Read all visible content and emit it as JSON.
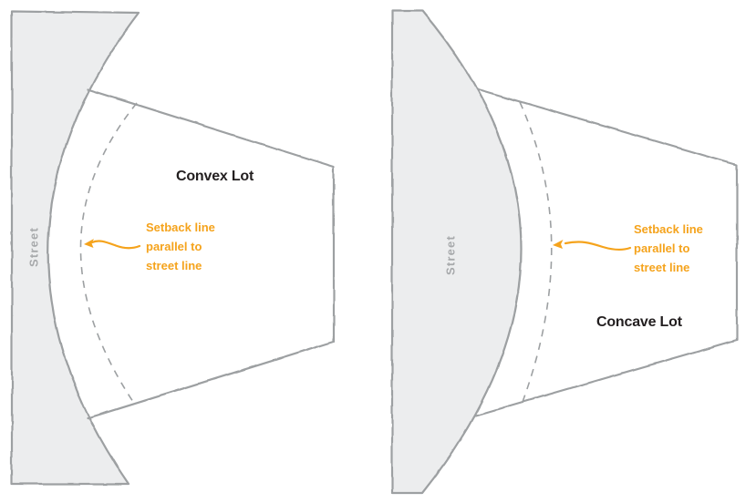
{
  "figure": {
    "panels": [
      {
        "id": "convex",
        "title": "Convex Lot",
        "street_label": "Street",
        "note": [
          "Setback line",
          "parallel to",
          "street line"
        ]
      },
      {
        "id": "concave",
        "title": "Concave Lot",
        "street_label": "Street",
        "note": [
          "Setback line",
          "parallel to",
          "street line"
        ]
      }
    ],
    "colors": {
      "accent": "#F5A31C",
      "line": "#9DA0A2",
      "street_fill": "#ECEDEE",
      "street_label": "#A7A9AB",
      "title": "#231F20",
      "background": "#FFFFFF"
    }
  }
}
